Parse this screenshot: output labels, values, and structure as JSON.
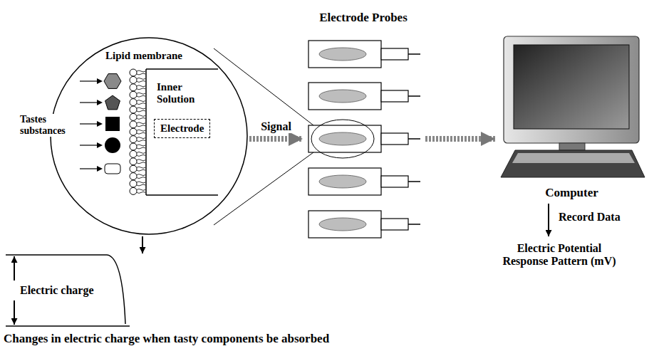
{
  "diagram": {
    "nodes": [
      {
        "text": [
          "Lipid membrane",
          "Inner Solution",
          "Tastes substances"
        ]
      },
      {
        "text": [
          "Electrode"
        ],
        "in": 0
      },
      {
        "text": [
          "Electrode Probes"
        ]
      },
      {
        "text": [
          "Computer"
        ]
      }
    ],
    "edges": [
      {
        "from": 0,
        "to": 2,
        "arrow": "to",
        "label": "Signal"
      },
      {
        "from": 2,
        "to": 3,
        "arrow": "to"
      }
    ],
    "labels": [
      "Record Data",
      "Electric Potential Response Pattern (mV)",
      "Electric charge",
      "Changes in electric charge when tasty components be absorbed"
    ]
  }
}
